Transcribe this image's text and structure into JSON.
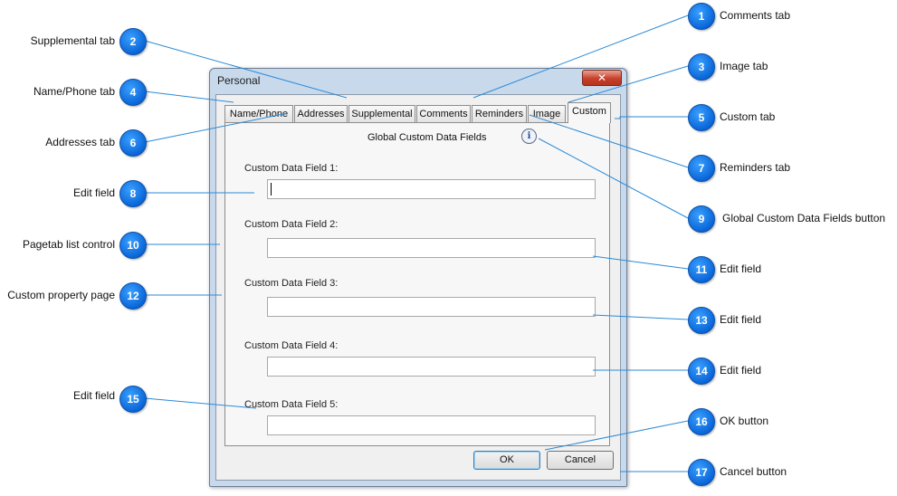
{
  "window": {
    "title": "Personal",
    "close_label": "✕"
  },
  "tabs": [
    "Name/Phone",
    "Addresses",
    "Supplemental",
    "Comments",
    "Reminders",
    "Image",
    "Custom"
  ],
  "active_tab": "Custom",
  "page": {
    "title": "Global Custom Data Fields",
    "info_icon": "info-icon",
    "fields": [
      {
        "label": "Custom Data Field 1:",
        "value": ""
      },
      {
        "label": "Custom Data Field 2:",
        "value": ""
      },
      {
        "label": "Custom Data Field 3:",
        "value": ""
      },
      {
        "label": "Custom Data Field 4:",
        "value": ""
      },
      {
        "label": "Custom Data Field 5:",
        "value": ""
      }
    ]
  },
  "buttons": {
    "ok": "OK",
    "cancel": "Cancel"
  },
  "callouts": [
    {
      "num": "1",
      "label": "Comments tab"
    },
    {
      "num": "2",
      "label": "Supplemental tab"
    },
    {
      "num": "3",
      "label": "Image tab"
    },
    {
      "num": "4",
      "label": "Name/Phone tab"
    },
    {
      "num": "5",
      "label": "Custom tab"
    },
    {
      "num": "6",
      "label": "Addresses tab"
    },
    {
      "num": "7",
      "label": "Reminders tab"
    },
    {
      "num": "8",
      "label": "Edit field"
    },
    {
      "num": "9",
      "label": "Global Custom Data Fields button"
    },
    {
      "num": "10",
      "label": "Pagetab list control"
    },
    {
      "num": "11",
      "label": "Edit field"
    },
    {
      "num": "12",
      "label": "Custom property page"
    },
    {
      "num": "13",
      "label": "Edit field"
    },
    {
      "num": "14",
      "label": "Edit field"
    },
    {
      "num": "15",
      "label": "Edit field"
    },
    {
      "num": "16",
      "label": "OK button"
    },
    {
      "num": "17",
      "label": "Cancel button"
    }
  ],
  "colors": {
    "callout_blue": "#0a66d8",
    "callout_line": "#2b8ad6"
  }
}
